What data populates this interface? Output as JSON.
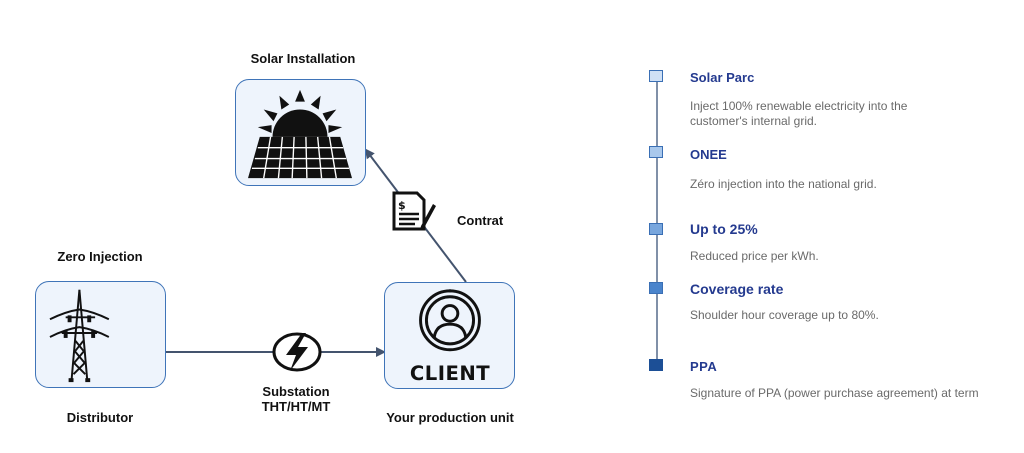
{
  "diagram": {
    "nodes": {
      "solar": {
        "title": "Solar Installation",
        "icon": "solar-panel-icon"
      },
      "distributor": {
        "title": "Zero Injection",
        "caption": "Distributor",
        "icon": "power-pylon-icon"
      },
      "client": {
        "caption": "Your production unit",
        "icon": "client-icon",
        "icon_text": "CLIENT"
      }
    },
    "edges": {
      "contract": {
        "label": "Contrat",
        "icon": "contract-icon"
      },
      "substation": {
        "label_line1": "Substation",
        "label_line2": "THT/HT/MT",
        "icon": "lightning-icon"
      }
    }
  },
  "timeline": {
    "items": [
      {
        "title": "Solar Parc",
        "description": "Inject 100% renewable electricity into the customer's internal grid.",
        "color": "#cfe0f5"
      },
      {
        "title": "ONEE",
        "description": "Zéro injection into the national grid.",
        "color": "#a9c8ec"
      },
      {
        "title": "Up to 25%",
        "description": "Reduced price per kWh.",
        "color": "#78a6dd"
      },
      {
        "title": "Coverage rate",
        "description": "Shoulder hour coverage up to 80%.",
        "color": "#4a84cc"
      },
      {
        "title": "PPA",
        "description": "Signature of PPA (power purchase agreement) at term",
        "color": "#1c4f96"
      }
    ]
  }
}
